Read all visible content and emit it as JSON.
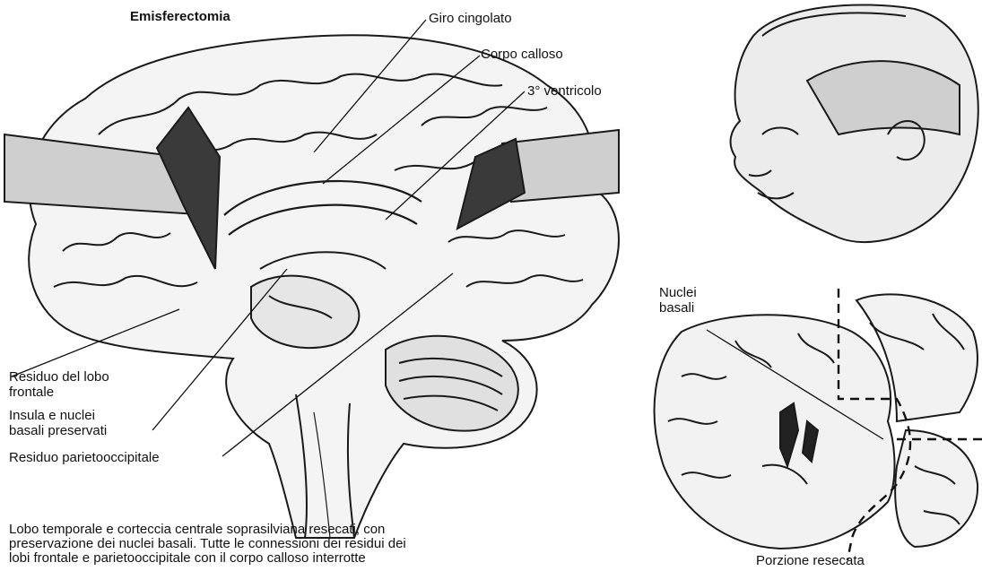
{
  "title": "Emisferectomia",
  "labels": {
    "giro_cingolato": "Giro cingolato",
    "corpo_calloso": "Corpo calloso",
    "terzo_ventricolo": "3° ventricolo",
    "residuo_frontale_1": "Residuo del lobo",
    "residuo_frontale_2": "frontale",
    "insula_1": "Insula e nuclei",
    "insula_2": "basali preservati",
    "residuo_parieto": "Residuo parietooccipitale",
    "nuclei_1": "Nuclei",
    "nuclei_2": "basali",
    "porzione_resecata": "Porzione resecata"
  },
  "caption": {
    "line1": "Lobo temporale e corteccia centrale soprasilviana resecati, con",
    "line2": "preservazione dei nuclei basali. Tutte le connessioni dei residui dei",
    "line3": "lobi frontale e parietooccipitale con il corpo calloso interrotte"
  },
  "colors": {
    "ink": "#1a1a1a",
    "paper": "#ffffff",
    "shade": "#b8b8b8"
  }
}
